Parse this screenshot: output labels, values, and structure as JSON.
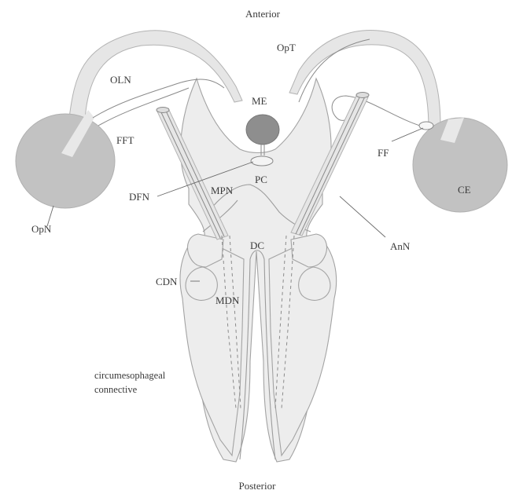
{
  "labels": {
    "anterior": "Anterior",
    "posterior": "Posterior",
    "opt": "OpT",
    "oln": "OLN",
    "me": "ME",
    "fft": "FFT",
    "ff": "FF",
    "pc": "PC",
    "mpn": "MPN",
    "dfn": "DFN",
    "ce": "CE",
    "opn": "OpN",
    "dc": "DC",
    "ann": "AnN",
    "cdn": "CDN",
    "mdn": "MDN",
    "circum_line1": "circumesophageal",
    "circum_line2": "connective"
  }
}
